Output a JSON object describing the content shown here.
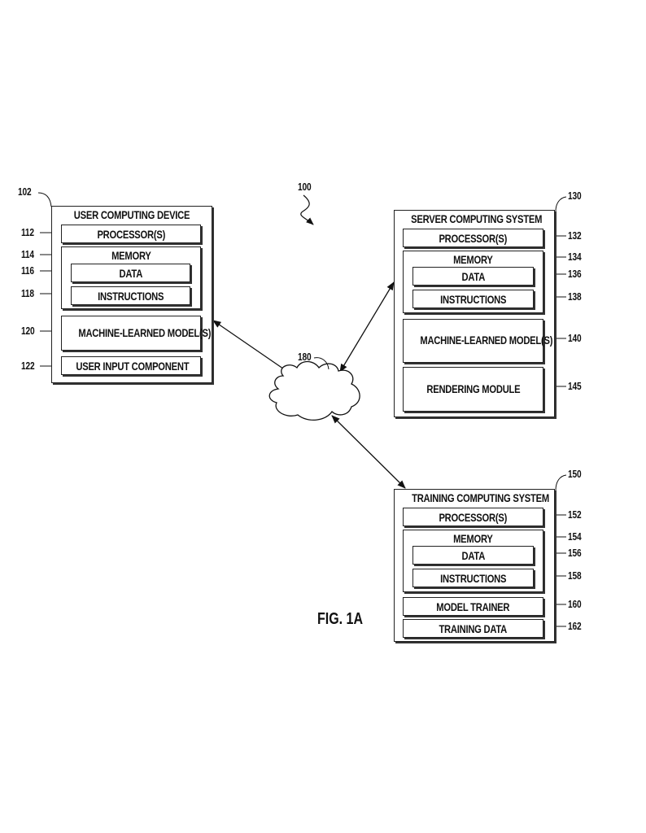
{
  "figure": {
    "system_ref": "100",
    "caption": "FIG. 1A"
  },
  "network": {
    "ref": "180"
  },
  "user_device": {
    "ref": "102",
    "title": "USER COMPUTING DEVICE",
    "processor": {
      "label": "PROCESSOR(S)",
      "ref": "112"
    },
    "memory": {
      "label": "MEMORY",
      "ref": "114",
      "data": {
        "label": "DATA",
        "ref": "116"
      },
      "instructions": {
        "label": "INSTRUCTIONS",
        "ref": "118"
      }
    },
    "models": {
      "label": "MACHINE-LEARNED MODEL(S)",
      "ref": "120"
    },
    "input": {
      "label": "USER INPUT COMPONENT",
      "ref": "122"
    }
  },
  "server": {
    "ref": "130",
    "title": "SERVER COMPUTING SYSTEM",
    "processor": {
      "label": "PROCESSOR(S)",
      "ref": "132"
    },
    "memory": {
      "label": "MEMORY",
      "ref": "134",
      "data": {
        "label": "DATA",
        "ref": "136"
      },
      "instructions": {
        "label": "INSTRUCTIONS",
        "ref": "138"
      }
    },
    "models": {
      "label": "MACHINE-LEARNED MODEL(S)",
      "ref": "140"
    },
    "rendering": {
      "label": "RENDERING MODULE",
      "ref": "145"
    }
  },
  "training": {
    "ref": "150",
    "title": "TRAINING COMPUTING SYSTEM",
    "processor": {
      "label": "PROCESSOR(S)",
      "ref": "152"
    },
    "memory": {
      "label": "MEMORY",
      "ref": "154",
      "data": {
        "label": "DATA",
        "ref": "156"
      },
      "instructions": {
        "label": "INSTRUCTIONS",
        "ref": "158"
      }
    },
    "trainer": {
      "label": "MODEL TRAINER",
      "ref": "160"
    },
    "training_data": {
      "label": "TRAINING DATA",
      "ref": "162"
    }
  }
}
